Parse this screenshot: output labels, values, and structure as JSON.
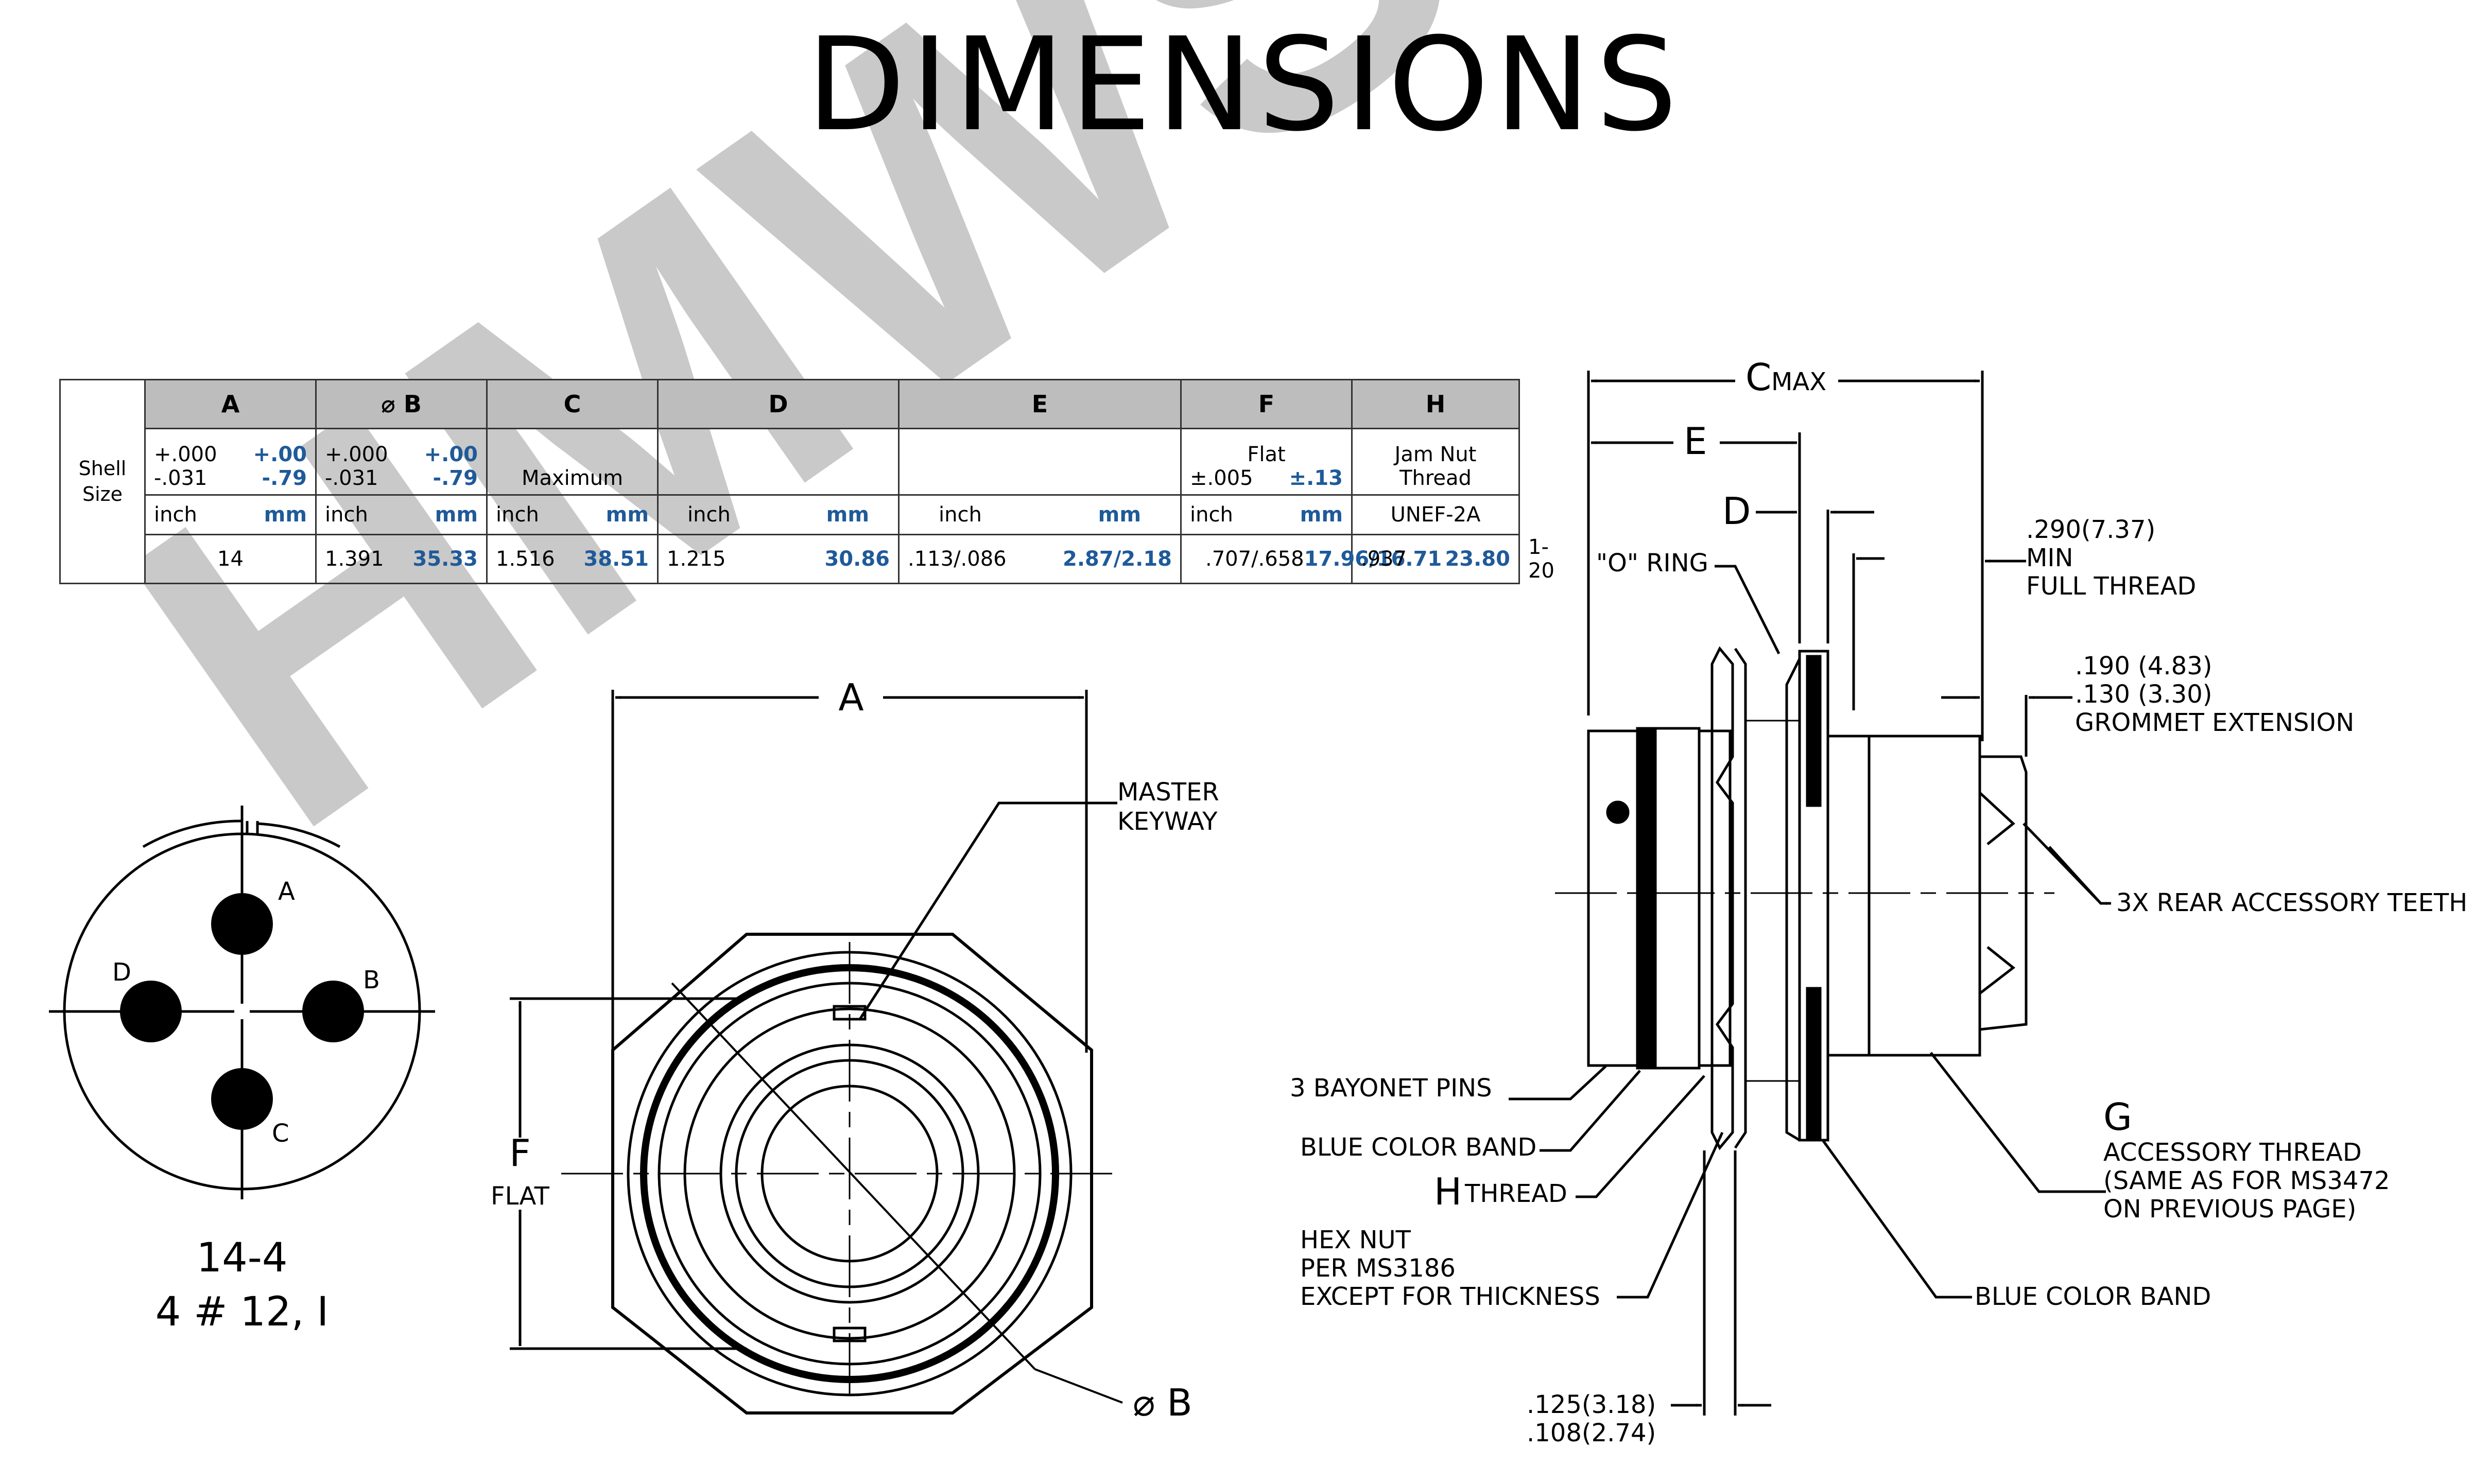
{
  "title": "DIMENSIONS",
  "watermark": "HMWS",
  "table": {
    "shell_label": "Shell Size",
    "columns": [
      {
        "key": "A",
        "header": "A",
        "tol_in": "+.000\n-.031",
        "tol_mm": "+.00\n-.79",
        "unit_in": "inch",
        "unit_mm": "mm",
        "val_in": "1.391",
        "val_mm": "35.33"
      },
      {
        "key": "B",
        "header": "⌀ B",
        "tol_in": "+.000\n-.031",
        "tol_mm": "+.00\n-.79",
        "unit_in": "inch",
        "unit_mm": "mm",
        "val_in": "1.516",
        "val_mm": "38.51"
      },
      {
        "key": "C",
        "header": "C",
        "tol_in": "Maximum",
        "tol_mm": "",
        "unit_in": "inch",
        "unit_mm": "mm",
        "val_in": "1.215",
        "val_mm": "30.86"
      },
      {
        "key": "D",
        "header": "D",
        "tol_in": "",
        "tol_mm": "",
        "unit_in": "inch",
        "unit_mm": "mm",
        "val_in": ".113/.086",
        "val_mm": "2.87/2.18"
      },
      {
        "key": "E",
        "header": "E",
        "tol_in": "",
        "tol_mm": "",
        "unit_in": "inch",
        "unit_mm": "mm",
        "val_in": ".707/.658",
        "val_mm": "17.96/16.71"
      },
      {
        "key": "F",
        "header": "F",
        "tol_top": "Flat",
        "tol_in": "±.005",
        "tol_mm": "±.13",
        "unit_in": "inch",
        "unit_mm": "mm",
        "val_in": ".937",
        "val_mm": "23.80"
      },
      {
        "key": "H",
        "header": "H",
        "tol_in": "Jam Nut\nThread",
        "unit_in": "UNEF-2A",
        "val_in": "1-20"
      }
    ],
    "shell_size": "14"
  },
  "insert": {
    "contacts": [
      "A",
      "B",
      "C",
      "D"
    ],
    "label1": "14-4",
    "label2": "4 # 12, I"
  },
  "front": {
    "dim_a": "A",
    "dim_f": "F",
    "dim_f_sub": "FLAT",
    "dim_b": "⌀ B",
    "keyway": [
      "MASTER",
      "KEYWAY"
    ]
  },
  "side": {
    "c_max": [
      "C",
      "MAX"
    ],
    "e": "E",
    "d": "D",
    "full_thread": [
      ".290(7.37)",
      "MIN",
      "FULL THREAD"
    ],
    "grommet": [
      ".190 (4.83)",
      ".130 (3.30)",
      "GROMMET EXTENSION"
    ],
    "o_ring": "\"O\" RING",
    "rear_teeth": "3X REAR ACCESSORY TEETH",
    "bayonet": "3 BAYONET PINS",
    "blue_band_1": "BLUE COLOR BAND",
    "h_thread": [
      "H",
      "THREAD"
    ],
    "hex_nut": [
      "HEX NUT",
      "PER MS3186",
      "EXCEPT FOR THICKNESS"
    ],
    "g": [
      "G",
      "ACCESSORY THREAD",
      "(SAME AS FOR MS3472",
      "ON PREVIOUS PAGE)"
    ],
    "blue_band_2": "BLUE COLOR BAND",
    "thickness": [
      ".125(3.18)",
      ".108(2.74)"
    ]
  }
}
